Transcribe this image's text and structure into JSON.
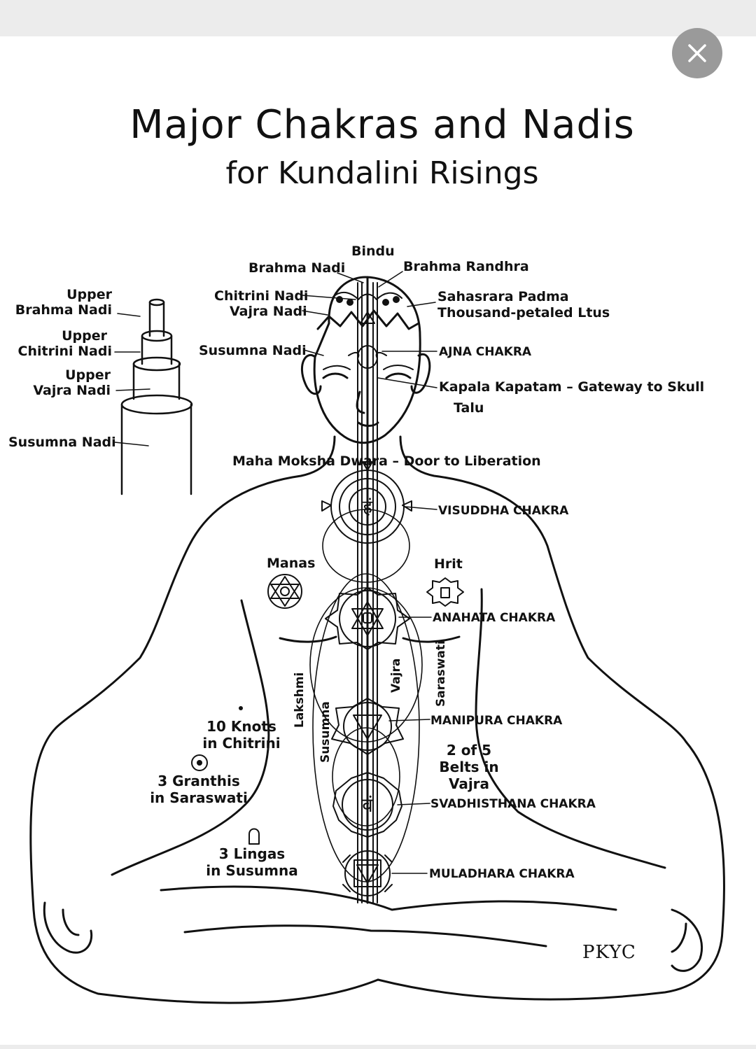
{
  "title": "Major Chakras and Nadis",
  "subtitle": "for Kundalini Risings",
  "close_icon": "close-icon",
  "labels": {
    "bindu": "Bindu",
    "brahma_nadi": "Brahma Nadi",
    "brahma_randhra": "Brahma Randhra",
    "chitrini_nadi": "Chitrini Nadi",
    "vajra_nadi": "Vajra Nadi",
    "sahasrara_1": "Sahasrara Padma",
    "sahasrara_2": "Thousand-petaled Ltus",
    "susumna_nadi_head": "Susumna Nadi",
    "ajna": "AJNA CHAKRA",
    "kapala": "Kapala Kapatam – Gateway to Skull",
    "talu": "Talu",
    "maha_moksha": "Maha Moksha Dwara – Door to Liberation",
    "visuddha": "VISUDDHA CHAKRA",
    "manas": "Manas",
    "hrit": "Hrit",
    "anahata": "ANAHATA CHAKRA",
    "lakshmi": "Lakshmi",
    "vajra": "Vajra",
    "saraswati": "Saraswati",
    "susumna": "Susumna",
    "manipura": "MANIPURA CHAKRA",
    "knots_1": "10 Knots",
    "knots_2": "in Chitrini",
    "belts_1": "2 of 5",
    "belts_2": "Belts in Vajra",
    "granthis_1": "3 Granthis",
    "granthis_2": "in Saraswati",
    "svadhisthana": "SVADHISTHANA CHAKRA",
    "lingas_1": "3 Lingas",
    "lingas_2": "in Susumna",
    "muladhara": "MULADHARA CHAKRA",
    "signature": "PKYC"
  },
  "inset": {
    "upper_brahma_1": "Upper",
    "upper_brahma_2": "Brahma Nadi",
    "upper_chitrini_1": "Upper",
    "upper_chitrini_2": "Chitrini Nadi",
    "upper_vajra_1": "Upper",
    "upper_vajra_2": "Vajra Nadi",
    "susumna": "Susumna Nadi"
  },
  "glyphs": {
    "visuddha": "हं",
    "svadhisthana": "वं"
  }
}
